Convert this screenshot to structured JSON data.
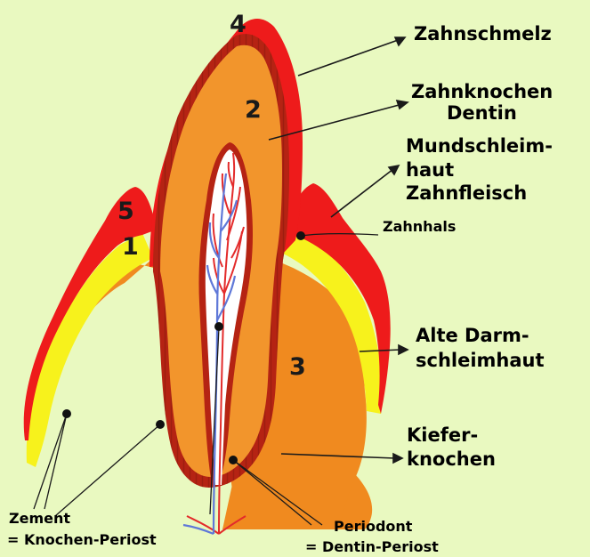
{
  "numbers": {
    "n1": "1",
    "n2": "2",
    "n3": "3",
    "n4": "4",
    "n5": "5"
  },
  "labels": {
    "zahnschmelz": "Zahnschmelz",
    "zahnknochen": "Zahnknochen",
    "dentin": "Dentin",
    "mundschleim_1": "Mundschleim-",
    "mundschleim_2": "haut",
    "zahnfleisch": "Zahnfleisch",
    "zahnhals": "Zahnhals",
    "alte_darm_1": "Alte Darm-",
    "alte_darm_2": "schleimhaut",
    "kiefer_1": "Kiefer-",
    "kiefer_2": "knochen",
    "zement": "Zement",
    "knochen_periost": "= Knochen-Periost",
    "periodont": "Periodont",
    "dentin_periost": "= Dentin-Periost"
  },
  "colors": {
    "background": "#e9f9c0",
    "enamel_red": "#ee1b1b",
    "bone_orange": "#f08a1f",
    "dentin_orange": "#f2952c",
    "yellow_mucosa": "#f7f21c",
    "membrane_red": "#b52313",
    "pulp": "#ffffff",
    "artery": "#e32b2b",
    "vein": "#5f78d8"
  }
}
